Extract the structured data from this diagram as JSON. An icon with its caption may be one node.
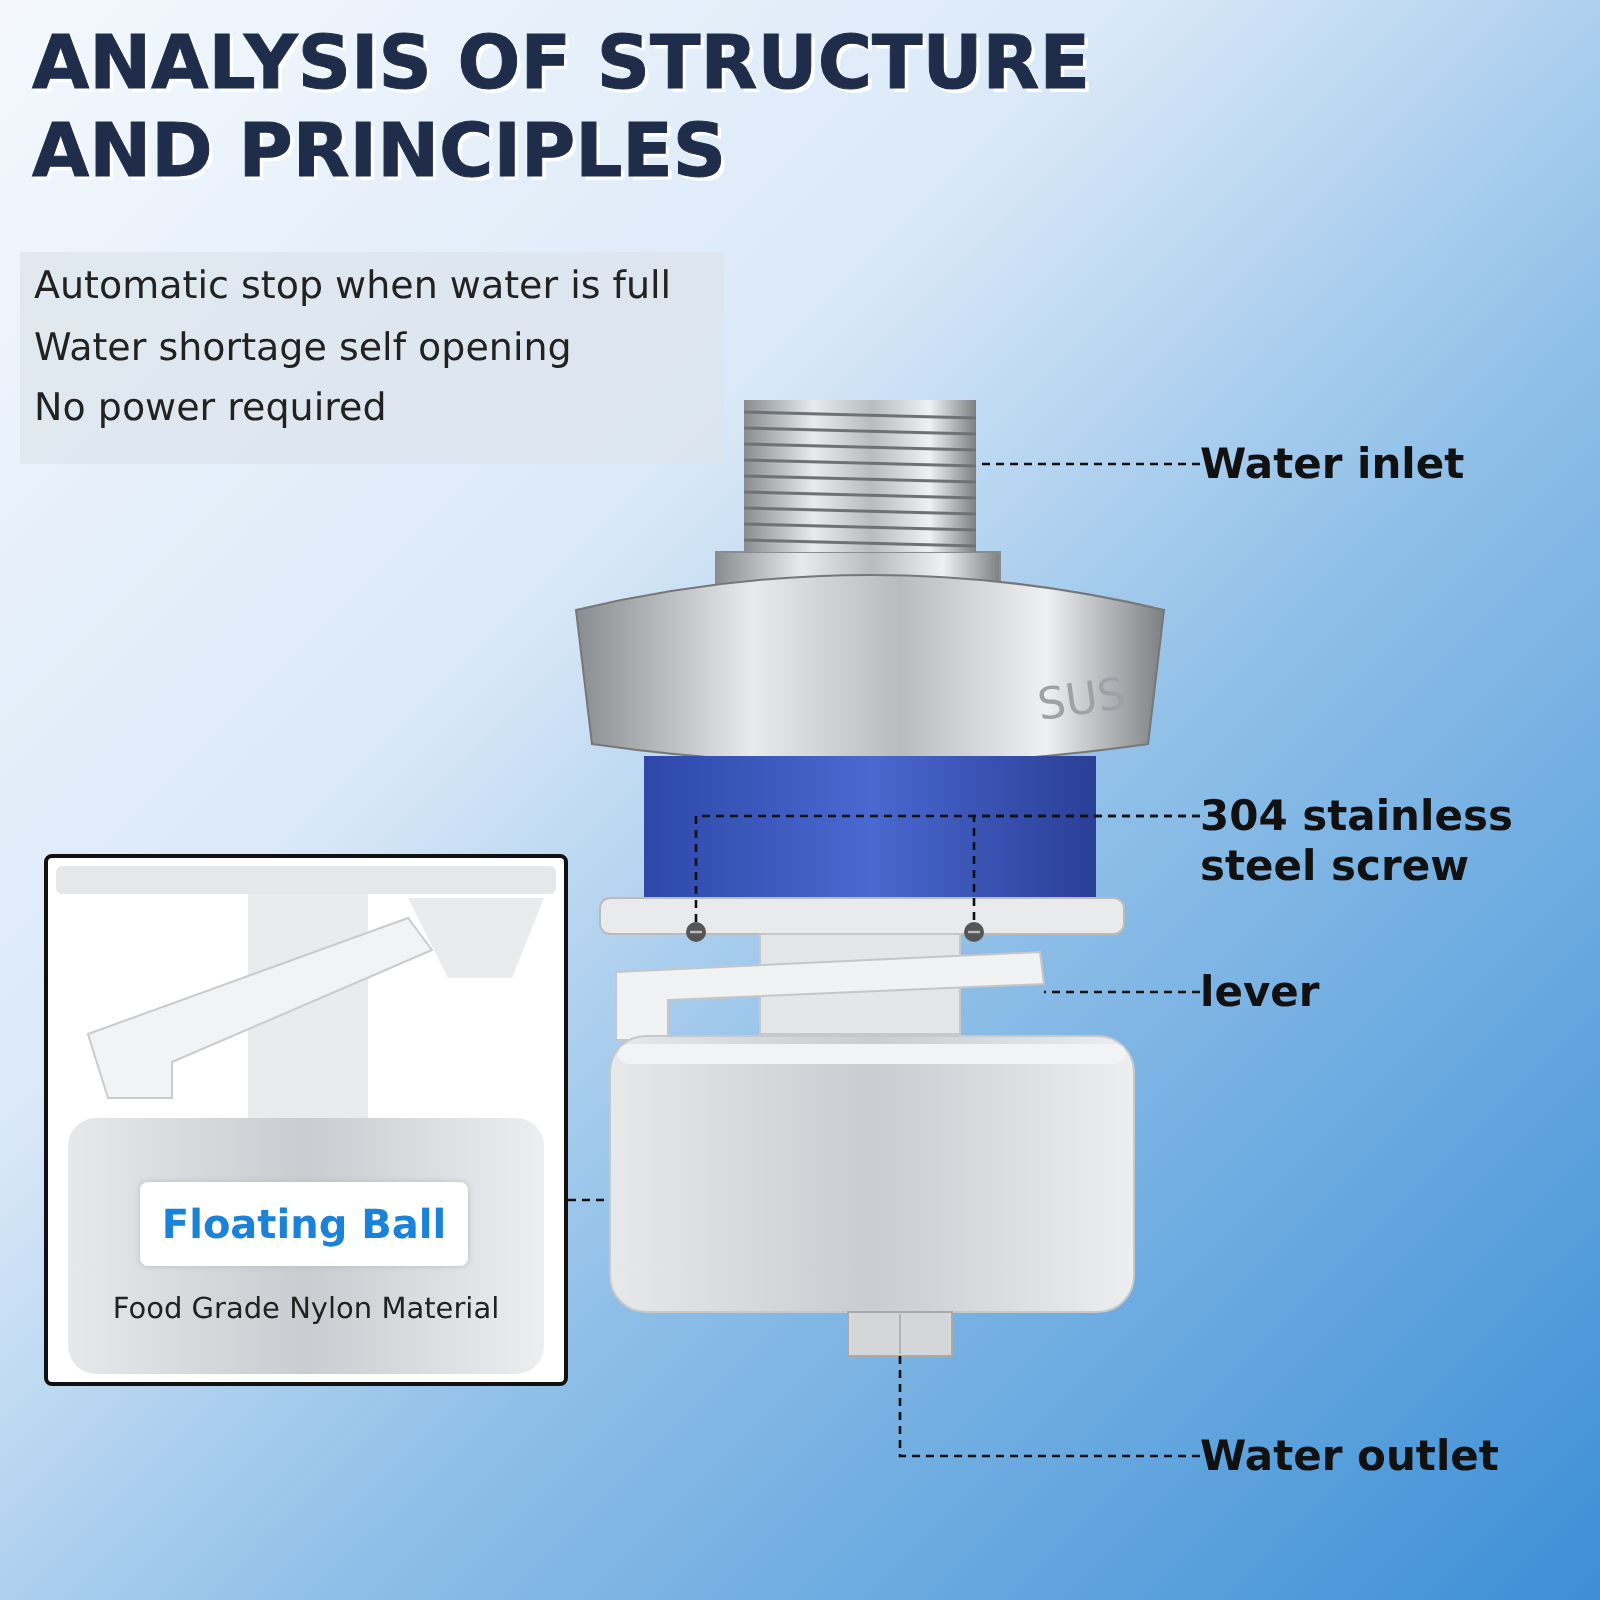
{
  "diagram": {
    "title": "ANALYSIS OF STRUCTURE AND PRINCIPLES",
    "nodes": [
      {
        "text": [
          "Water inlet"
        ]
      },
      {
        "text": [],
        "shape": "picture"
      },
      {
        "text": [
          "304 stainless steel screw"
        ]
      },
      {
        "text": [],
        "shape": "circle"
      },
      {
        "text": [],
        "shape": "circle"
      },
      {
        "text": [
          "lever"
        ]
      },
      {
        "text": [],
        "shape": "picture"
      },
      {
        "text": [
          "Food Grade Nylon Material"
        ]
      },
      {
        "text": [
          "Floating Ball"
        ],
        "in": 7
      },
      {
        "text": [],
        "shape": "picture"
      },
      {
        "text": [
          "Water outlet"
        ]
      },
      {
        "text": [],
        "shape": "box"
      }
    ],
    "edges": [
      {
        "from": 0,
        "to": 1,
        "arrow": "none",
        "style": "dashed"
      },
      {
        "from": 2,
        "to": 3,
        "arrow": "none",
        "style": "dashed"
      },
      {
        "from": 2,
        "to": 4,
        "arrow": "none",
        "style": "dashed"
      },
      {
        "from": 5,
        "to": 6,
        "arrow": "none",
        "style": "dashed"
      },
      {
        "from": 7,
        "to": 9,
        "arrow": "none",
        "style": "dashed"
      },
      {
        "from": 10,
        "to": 11,
        "arrow": "none",
        "style": "dashed"
      }
    ],
    "labels": [
      "Automatic stop when water is full",
      "Water shortage self opening",
      "No power required",
      "SUS"
    ]
  }
}
